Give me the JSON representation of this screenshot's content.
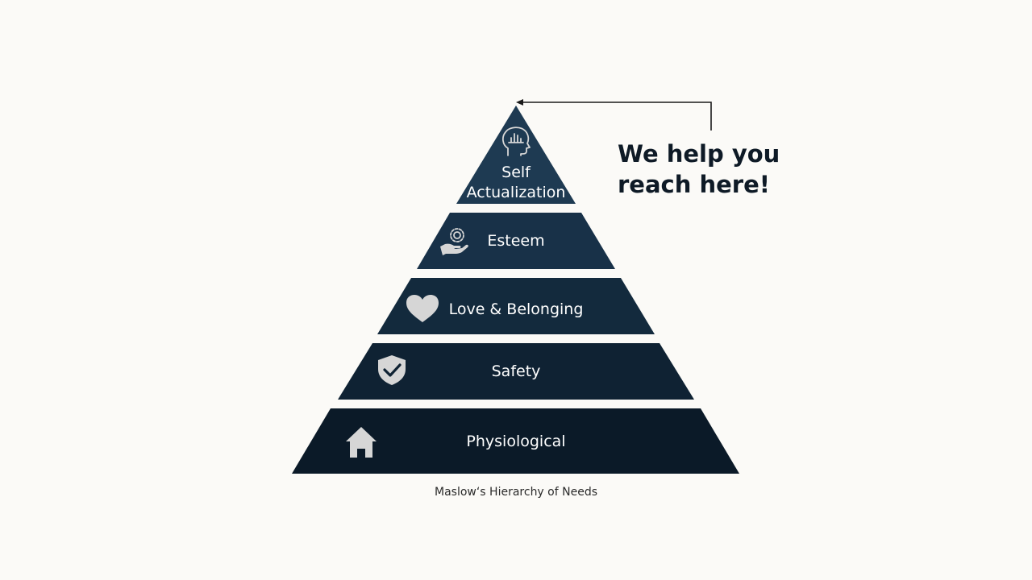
{
  "pyramid": {
    "tiers": [
      {
        "label_line1": "Self",
        "label_line2": "Actualization",
        "icon": "head-icon",
        "color": "#1e3a52"
      },
      {
        "label": "Esteem",
        "icon": "hand-flower-icon",
        "color": "#183148"
      },
      {
        "label": "Love & Belonging",
        "icon": "heart-icon",
        "color": "#132a3d"
      },
      {
        "label": "Safety",
        "icon": "shield-check-icon",
        "color": "#0f2233"
      },
      {
        "label": "Physiological",
        "icon": "home-icon",
        "color": "#0b1a28"
      }
    ]
  },
  "callout": {
    "line1": "We help you",
    "line2": "reach here!"
  },
  "caption": "Maslow‘s Hierarchy of Needs"
}
